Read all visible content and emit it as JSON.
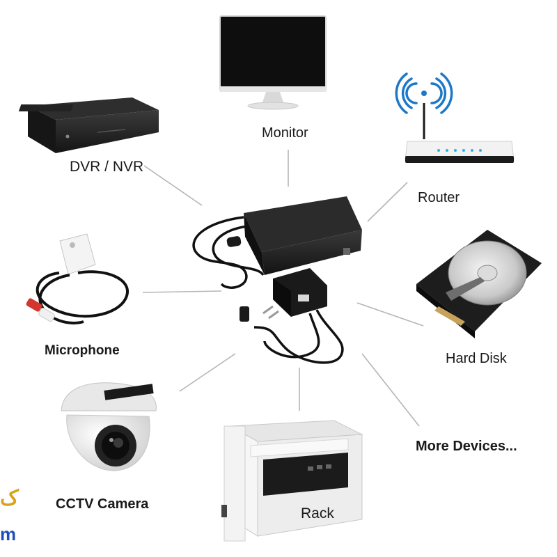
{
  "center": {
    "name": "power-adapters"
  },
  "devices": [
    {
      "id": "monitor",
      "label": "Monitor",
      "icon": "monitor-icon"
    },
    {
      "id": "router",
      "label": "Router",
      "icon": "router-icon"
    },
    {
      "id": "dvr",
      "label": "DVR / NVR",
      "icon": "dvr-icon"
    },
    {
      "id": "hdd",
      "label": "Hard Disk",
      "icon": "hard-disk-icon"
    },
    {
      "id": "mic",
      "label": "Microphone",
      "icon": "microphone-icon"
    },
    {
      "id": "more",
      "label": "More Devices...",
      "icon": ""
    },
    {
      "id": "cctv",
      "label": "CCTV Camera",
      "icon": "cctv-camera-icon"
    },
    {
      "id": "rack",
      "label": "Rack",
      "icon": "rack-icon"
    }
  ],
  "watermark": {
    "line1": "ک",
    "line2": "m"
  },
  "colors": {
    "connector": "#b5b5b5",
    "device_dark": "#1c1c1c",
    "wifi": "#1e78c8",
    "watermark": "#1e4fb8"
  }
}
